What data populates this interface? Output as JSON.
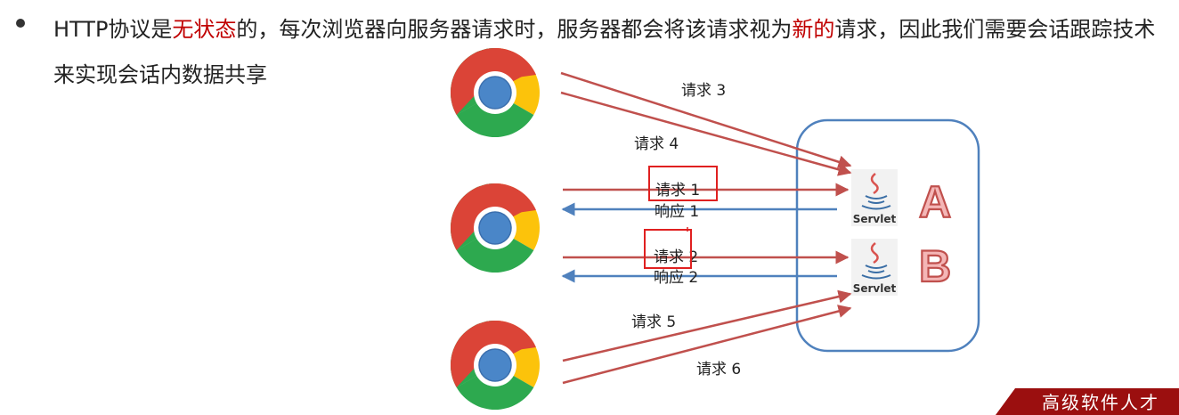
{
  "heading": {
    "part1": "HTTP协议是",
    "highlight1": "无状态",
    "part2": "的，每次浏览器向服务器请求时，服务器都会将该请求视为",
    "highlight2": "新的",
    "part3": "请求，因此我们需要会话跟踪技术来实现会话内数据共享",
    "highlight_color": "#c00000"
  },
  "browsers": [
    {
      "icon": "chrome-icon"
    },
    {
      "icon": "chrome-icon"
    },
    {
      "icon": "chrome-icon"
    }
  ],
  "arrows": {
    "request_3": "请求 3",
    "request_4": "请求 4",
    "request_1": "请求 1",
    "response_1": "响应 1",
    "request_2": "请求 2",
    "response_2": "响应 2",
    "request_5": "请求 5",
    "request_6": "请求 6",
    "request_color": "#c0504d",
    "response_color": "#4f81bd"
  },
  "server": {
    "servlets": [
      {
        "icon": "java-servlet-icon",
        "word": "Servlet",
        "letter": "A"
      },
      {
        "icon": "java-servlet-icon",
        "word": "Servlet",
        "letter": "B"
      }
    ],
    "border_color": "#4f81bd"
  },
  "banner": {
    "text": "高级软件人才",
    "color": "#9b0f0f"
  }
}
